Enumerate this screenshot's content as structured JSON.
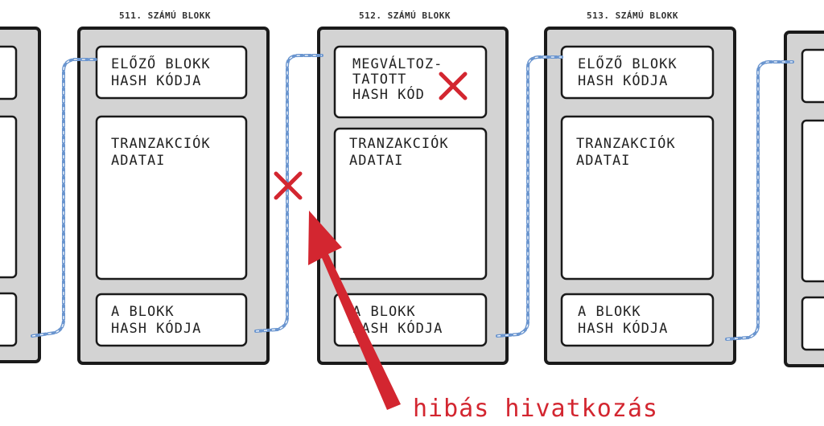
{
  "colors": {
    "block": "#d3d3d3",
    "chain": "#6a95cf",
    "error": "#d32630"
  },
  "blocks": [
    {
      "title": "511. SZÁMÚ BLOKK",
      "prev_hash": [
        "ELŐZŐ BLOKK",
        "HASH KÓDJA"
      ],
      "transactions": [
        "TRANZAKCIÓK",
        "ADATAI"
      ],
      "own_hash": [
        "A BLOKK",
        "HASH KÓDJA"
      ]
    },
    {
      "title": "512. SZÁMÚ BLOKK",
      "prev_hash": [
        "MEGVÁLTOZ-",
        "TATOTT",
        "HASH KÓD"
      ],
      "transactions": [
        "TRANZAKCIÓK",
        "ADATAI"
      ],
      "own_hash": [
        "A BLOKK",
        "HASH KÓDJA"
      ]
    },
    {
      "title": "513. SZÁMÚ BLOKK",
      "prev_hash": [
        "ELŐZŐ BLOKK",
        "HASH KÓDJA"
      ],
      "transactions": [
        "TRANZAKCIÓK",
        "ADATAI"
      ],
      "own_hash": [
        "A BLOKK",
        "HASH KÓDJA"
      ]
    }
  ],
  "annotation": {
    "label": "hibás hivatkozás",
    "icon": "cross-icon"
  }
}
